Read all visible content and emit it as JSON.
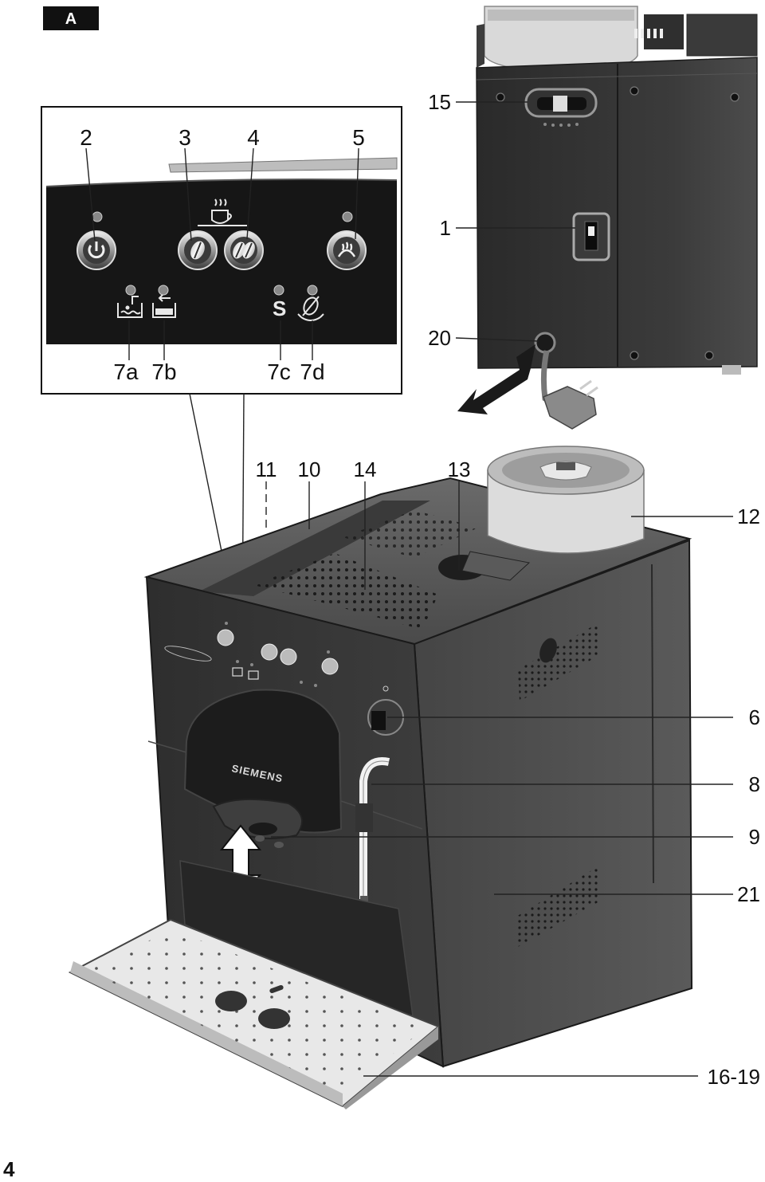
{
  "figure": {
    "badge": "A",
    "page_number": "4",
    "brand": "SIEMENS",
    "panel_labels": [
      "2",
      "3",
      "4",
      "5",
      "7a",
      "7b",
      "7c",
      "7d"
    ],
    "panel_s_glyph": "S",
    "callouts": {
      "c1": "1",
      "c6": "6",
      "c8": "8",
      "c9": "9",
      "c10": "10",
      "c11": "11",
      "c12": "12",
      "c13": "13",
      "c14": "14",
      "c15": "15",
      "c20": "20",
      "c21": "21",
      "c16_19": "16-19"
    }
  },
  "icons": {
    "power": "power-icon",
    "mild_coffee": "single-bean-icon",
    "strong_coffee": "double-bean-icon",
    "steam": "steam-icon",
    "water_tank": "water-tank-icon",
    "grounds_drawer": "drawer-icon",
    "descale": "descale-icon",
    "bean_change": "bean-change-icon"
  },
  "colors": {
    "machine_dark": "#2b2b2b",
    "machine_mid": "#4a4a4a",
    "panel_black": "#161616",
    "tray_light": "#e6e6e6",
    "label_badge": "#111111"
  }
}
